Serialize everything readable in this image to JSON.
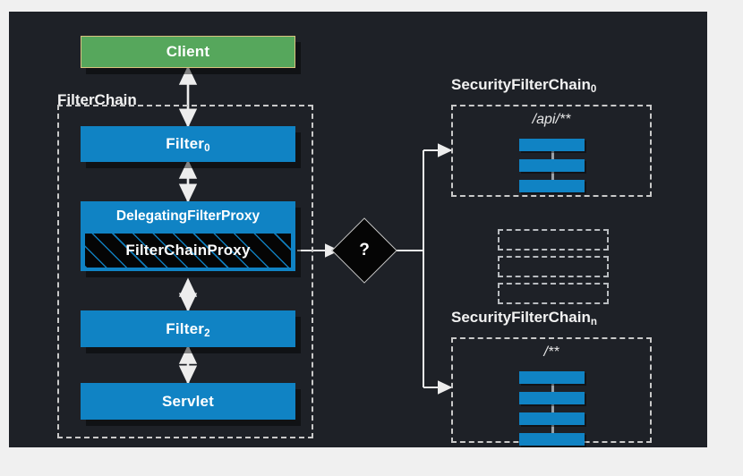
{
  "diagram": {
    "title": "Spring Security FilterChain",
    "background": "#f0f0f0",
    "canvas_color": "#1e2127",
    "colors": {
      "blue": "#1083c4",
      "green": "#56a75c",
      "green_border": "#d9c27e",
      "dashed_border": "#c9c9c9",
      "hatch_bg": "#050505",
      "wire": "#e9e9e9"
    }
  },
  "left_column": {
    "client": {
      "label": "Client"
    },
    "group_label": "FilterChain",
    "filter0": {
      "label": "Filter",
      "subscript": "0"
    },
    "delegating_proxy": {
      "label": "DelegatingFilterProxy"
    },
    "filter_chain_proxy": {
      "label": "FilterChainProxy"
    },
    "filter2": {
      "label": "Filter",
      "subscript": "2"
    },
    "servlet": {
      "label": "Servlet"
    }
  },
  "decision": {
    "label": "?"
  },
  "right_column": {
    "chain_0": {
      "group_label": "SecurityFilterChain",
      "group_subscript": "0",
      "pattern": "/api/**",
      "bar_count": 3
    },
    "elided": {
      "box_count": 3
    },
    "chain_n": {
      "group_label": "SecurityFilterChain",
      "group_subscript": "n",
      "pattern": "/**",
      "bar_count": 4
    }
  }
}
